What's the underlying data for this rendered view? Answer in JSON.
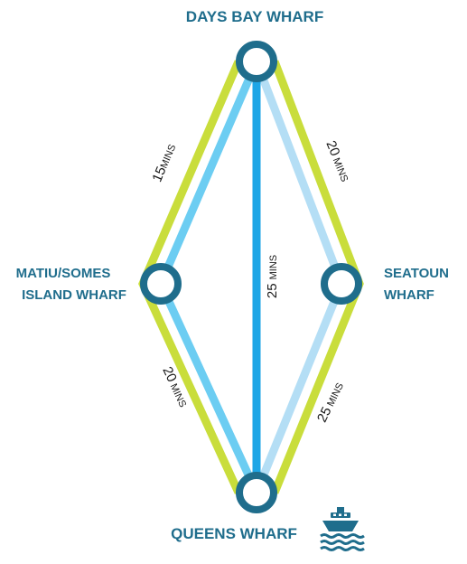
{
  "colors": {
    "label": "#1f6d8c",
    "node_ring": "#1f6d8c",
    "node_fill": "#ffffff",
    "route_green": "#c9dd3b",
    "route_blue": "#6ccdf2",
    "route_light_blue": "#b4def5",
    "route_direct": "#1ea6e6",
    "time_text": "#1a1a1a"
  },
  "wharves": {
    "days_bay": {
      "name": "DAYS BAY WHARF"
    },
    "matiu_somes": {
      "name_line1": "MATIU/SOMES",
      "name_line2": "ISLAND WHARF"
    },
    "seatoun": {
      "name_line1": "SEATOUN",
      "name_line2": "WHARF"
    },
    "queens": {
      "name": "QUEENS WHARF",
      "icon": "ferry-icon"
    }
  },
  "routes": {
    "days_bay_matiu": {
      "number": "15",
      "unit": "MINS"
    },
    "days_bay_seatoun": {
      "number": "20",
      "unit": "MINS"
    },
    "days_bay_queens": {
      "number": "25",
      "unit": "MINS"
    },
    "matiu_queens": {
      "number": "20",
      "unit": "MINS"
    },
    "seatoun_queens": {
      "number": "25",
      "unit": "MINS"
    }
  }
}
